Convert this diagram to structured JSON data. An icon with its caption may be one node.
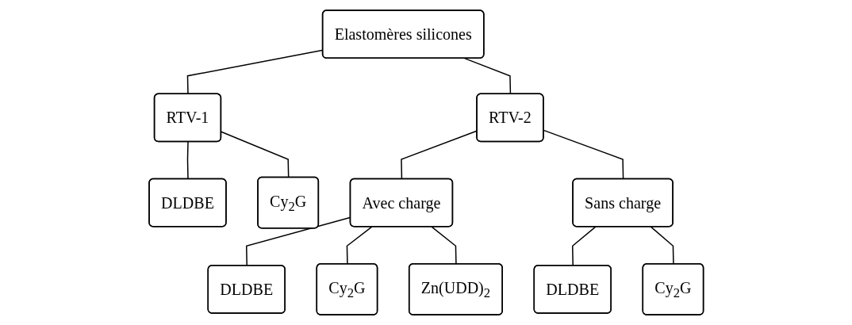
{
  "diagram": {
    "nodes": [
      {
        "text": [
          "Elastomères silicones"
        ]
      },
      {
        "text": [
          "RTV-1"
        ]
      },
      {
        "text": [
          "RTV-2"
        ]
      },
      {
        "text": [
          "DLDBE"
        ]
      },
      {
        "text": [
          "Cy$_{2}$G"
        ]
      },
      {
        "text": [
          "Avec charge"
        ]
      },
      {
        "text": [
          "Sans charge"
        ]
      },
      {
        "text": [
          "DLDBE"
        ]
      },
      {
        "text": [
          "Cy$_{2}$G"
        ]
      },
      {
        "text": [
          "Zn(UDD)$_{2}$"
        ]
      },
      {
        "text": [
          "DLDBE"
        ]
      },
      {
        "text": [
          "Cy$_{2}$G"
        ]
      }
    ],
    "edges": [
      {
        "from": 0,
        "to": 1,
        "arrow": "none"
      },
      {
        "from": 0,
        "to": 2,
        "arrow": "none"
      },
      {
        "from": 1,
        "to": 3,
        "arrow": "none"
      },
      {
        "from": 1,
        "to": 4,
        "arrow": "none"
      },
      {
        "from": 2,
        "to": 5,
        "arrow": "none"
      },
      {
        "from": 2,
        "to": 6,
        "arrow": "none"
      },
      {
        "from": 5,
        "to": 7,
        "arrow": "none"
      },
      {
        "from": 5,
        "to": 8,
        "arrow": "none"
      },
      {
        "from": 5,
        "to": 9,
        "arrow": "none"
      },
      {
        "from": 6,
        "to": 10,
        "arrow": "none"
      },
      {
        "from": 6,
        "to": 11,
        "arrow": "none"
      }
    ]
  }
}
